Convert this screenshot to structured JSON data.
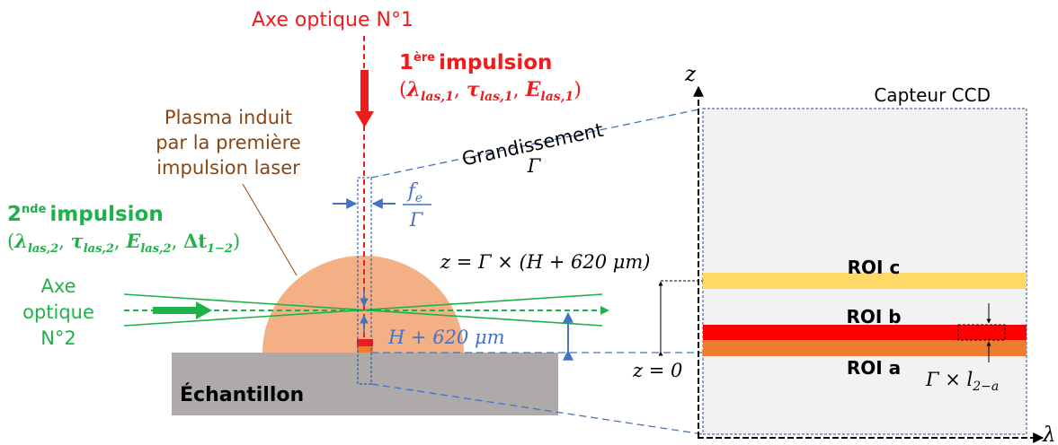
{
  "axis1": {
    "label": "Axe optique N°1"
  },
  "pulse1": {
    "num": "1",
    "sup": "ère",
    "word": "impulsion",
    "params": "(λlas,1, τlas,1, Elas,1)",
    "p_lambda": "λ",
    "p_lambda_sub": "las,1",
    "p_tau": "τ",
    "p_tau_sub": "las,1",
    "p_e": "E",
    "p_e_sub": "las,1"
  },
  "plasma": {
    "line1": "Plasma induit",
    "line2": "par la première",
    "line3": "impulsion laser"
  },
  "pulse2": {
    "num": "2",
    "sup": "nde",
    "word": "impulsion",
    "params": "(λlas,2, τlas,2, Elas,2, Δt1−2)",
    "p_lambda": "λ",
    "p_lambda_sub": "las,2",
    "p_tau": "τ",
    "p_tau_sub": "las,2",
    "p_e": "E",
    "p_e_sub": "las,2",
    "p_dt": "Δt",
    "p_dt_sub": "1−2"
  },
  "axis2": {
    "line1": "Axe",
    "line2": "optique",
    "line3": "N°2"
  },
  "magnification": {
    "word": "Grandissement",
    "symbol": "Γ"
  },
  "fe_ratio": {
    "numerator": "f",
    "numerator_sub": "e",
    "denominator": "Γ"
  },
  "height_label": "H + 620 μm",
  "z_top_label": "z = Γ × (H + 620 μm)",
  "z_zero_label": "z = 0",
  "sample": "Échantillon",
  "ccd": {
    "title": "Capteur CCD",
    "roi_c": "ROI c",
    "roi_b": "ROI b",
    "roi_a": "ROI a",
    "gap_label": "Γ × l",
    "gap_sub": "2−a",
    "z_axis": "z",
    "lambda_axis": "λ"
  },
  "colors": {
    "red": "#ee1c1c",
    "green": "#1fb14a",
    "brown": "#8b4513",
    "blue": "#4472c4",
    "plasma": "#f3b084",
    "sample": "#aeaaaa",
    "ccd_bg": "#f2f2f2",
    "roi_c": "#ffd966",
    "roi_b": "#ff0000",
    "roi_a": "#ed7d31"
  }
}
